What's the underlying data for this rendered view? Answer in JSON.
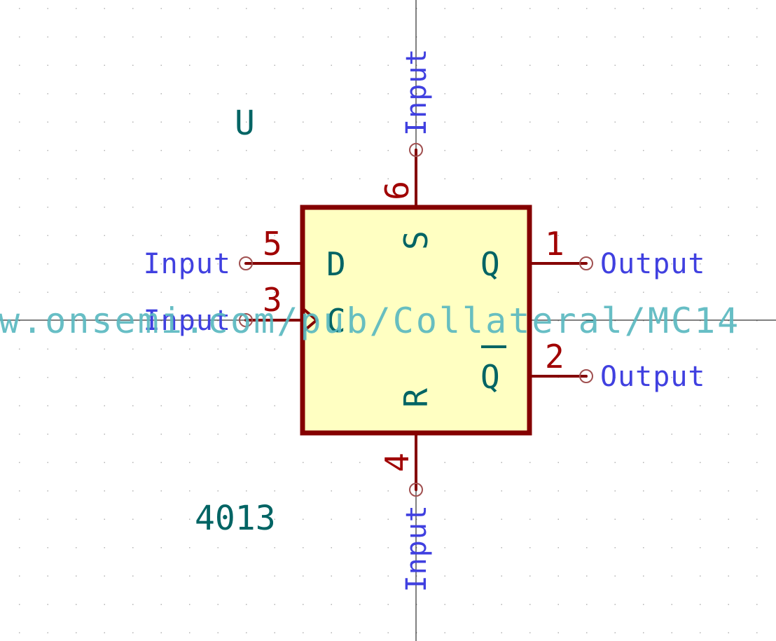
{
  "colors": {
    "background": "#ffffff",
    "grid_dot": "#b4b4b4",
    "crosshair": "#000000",
    "body_fill": "#ffffc2",
    "body_outline": "#840000",
    "pin_line": "#840000",
    "pin_number": "#a00000",
    "pin_name": "#006464",
    "field_text": "#006464",
    "electrical_type": "#4040e0",
    "pin_end_circle": "#a05050",
    "datasheet_url": "#5ab8c0"
  },
  "symbol": {
    "reference": "U",
    "value": "4013",
    "datasheet_fragment": "w.onsemi.com/pub/Collateral/MC14"
  },
  "pins": {
    "d": {
      "number": "5",
      "name": "D",
      "type": "Input"
    },
    "c": {
      "number": "3",
      "name": "C",
      "type": "Input"
    },
    "s": {
      "number": "6",
      "name": "S",
      "type": "Input"
    },
    "r": {
      "number": "4",
      "name": "R",
      "type": "Input"
    },
    "q": {
      "number": "1",
      "name": "Q",
      "type": "Output"
    },
    "qbar": {
      "number": "2",
      "name": "Q",
      "type": "Output"
    }
  }
}
